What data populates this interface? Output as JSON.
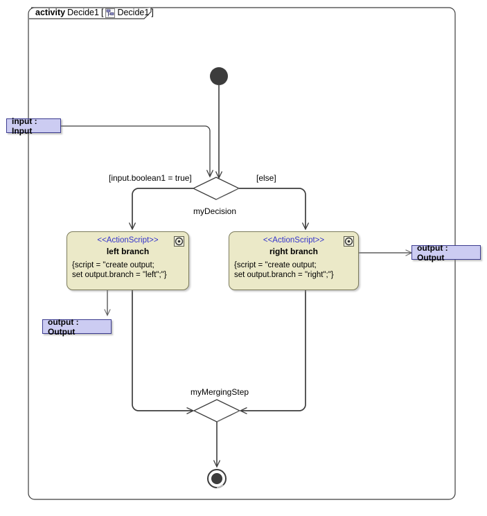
{
  "diagram": {
    "frame": {
      "keyword": "activity",
      "name": "Decide1",
      "bracket_open": "[",
      "bracket_close": "]",
      "inner_name": "Decide1",
      "icon": "activity-diagram-icon"
    },
    "initial_node": {
      "name": "initial-node",
      "icon": "filled-circle"
    },
    "final_node": {
      "name": "activity-final-node",
      "icon": "circle-with-dot"
    },
    "decision": {
      "label": "myDecision",
      "guard_true": "[input.boolean1 = true]",
      "guard_else": "[else]"
    },
    "merge": {
      "label": "myMergingStep"
    },
    "input_pin": {
      "label": "input : Input"
    },
    "output_pin_left": {
      "label": "output : Output"
    },
    "output_pin_right": {
      "label": "output : Output"
    },
    "actions": [
      {
        "stereotype": "<<ActionScript>>",
        "name": "left branch",
        "body_line1": "{script = \"create output;",
        "body_line2": "set output.branch = \"left\";\"}",
        "icon": "cog-icon"
      },
      {
        "stereotype": "<<ActionScript>>",
        "name": "right branch",
        "body_line1": "{script = \"create output;",
        "body_line2": "set output.branch = \"right\";\"}",
        "icon": "cog-icon"
      }
    ],
    "colors": {
      "pin_fill": "#ccccf2",
      "pin_border": "#3b3b8f",
      "action_fill": "#ebe9c8",
      "action_border": "#7b7a5a",
      "stereotype_text": "#3333cc",
      "edge": "#3c3c3c",
      "frame_border": "#3c3c3c"
    }
  }
}
